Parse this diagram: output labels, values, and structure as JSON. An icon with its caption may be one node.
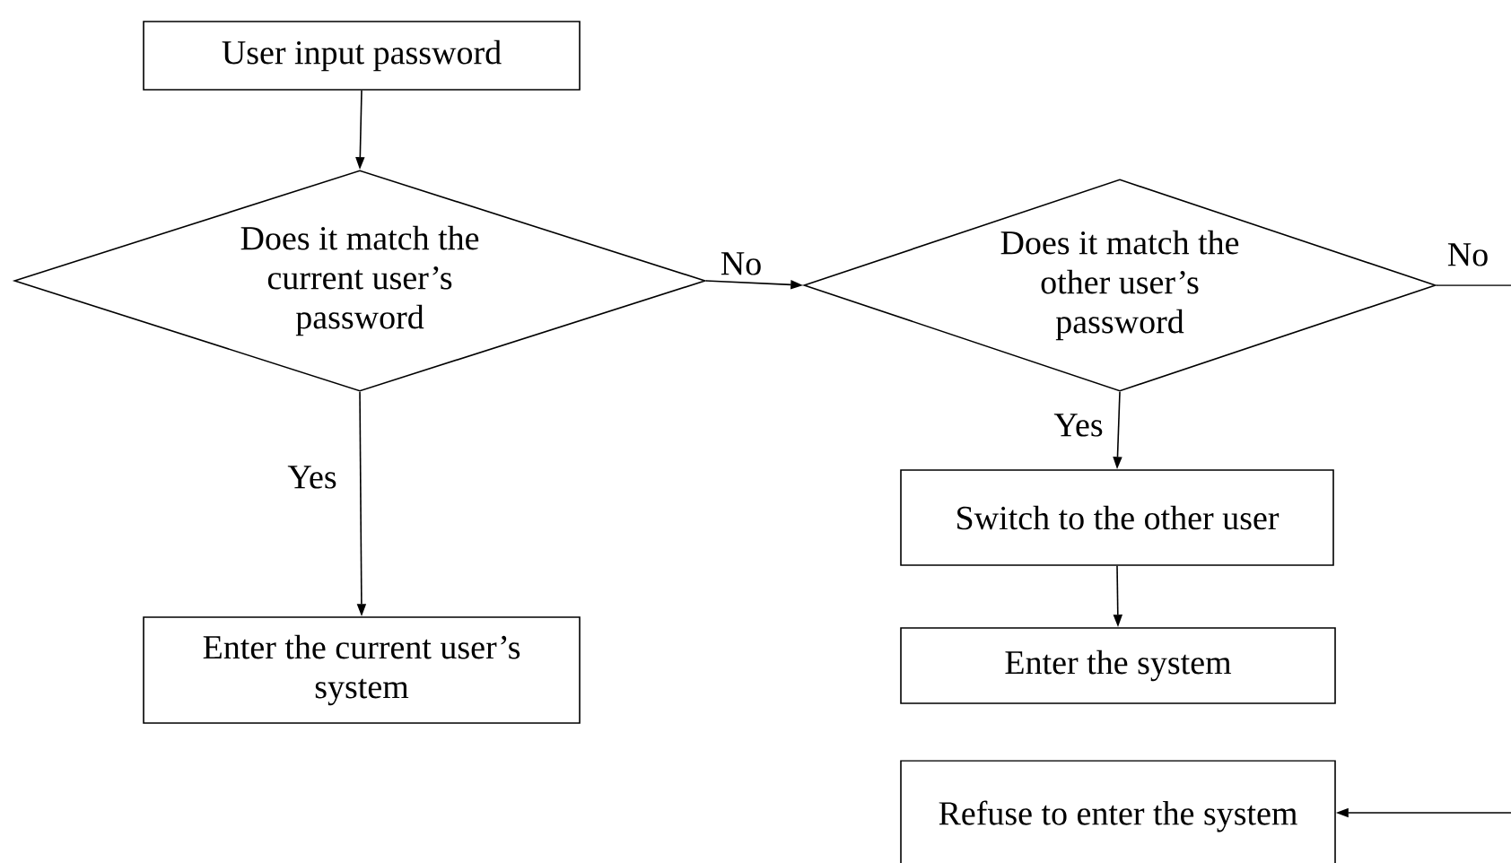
{
  "diagram": {
    "nodes": [
      {
        "text": [
          "User input password"
        ]
      },
      {
        "text": [
          "Does it match the current user’s password"
        ]
      },
      {
        "text": [
          "Does it match the other user’s password"
        ]
      },
      {
        "text": [
          "Switch to the other user"
        ]
      },
      {
        "text": [
          "Enter the current user’s system"
        ]
      },
      {
        "text": [
          "Enter the system"
        ]
      },
      {
        "text": [
          "Refuse to enter the system"
        ]
      }
    ],
    "edges": [
      {
        "from": 0,
        "to": 1,
        "arrow": "to"
      },
      {
        "from": 1,
        "to": 2,
        "arrow": "to",
        "label": "No"
      },
      {
        "from": 1,
        "to": 4,
        "arrow": "to",
        "label": "Yes"
      },
      {
        "from": 2,
        "to": 3,
        "arrow": "to",
        "label": "Yes"
      },
      {
        "from": 3,
        "to": 5,
        "arrow": "to"
      },
      {
        "from": 2,
        "to": 6,
        "arrow": "to",
        "label": "No"
      }
    ]
  }
}
